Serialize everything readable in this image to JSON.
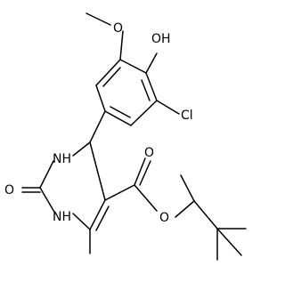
{
  "molecule": {
    "atom_labels": {
      "oh": "OH",
      "cl": "Cl",
      "o_methoxy": "O",
      "nh_top": "NH",
      "nh_bottom": "NH",
      "o_carbonyl_urea": "O",
      "o_carbonyl_ester": "O",
      "o_ester": "O"
    }
  }
}
